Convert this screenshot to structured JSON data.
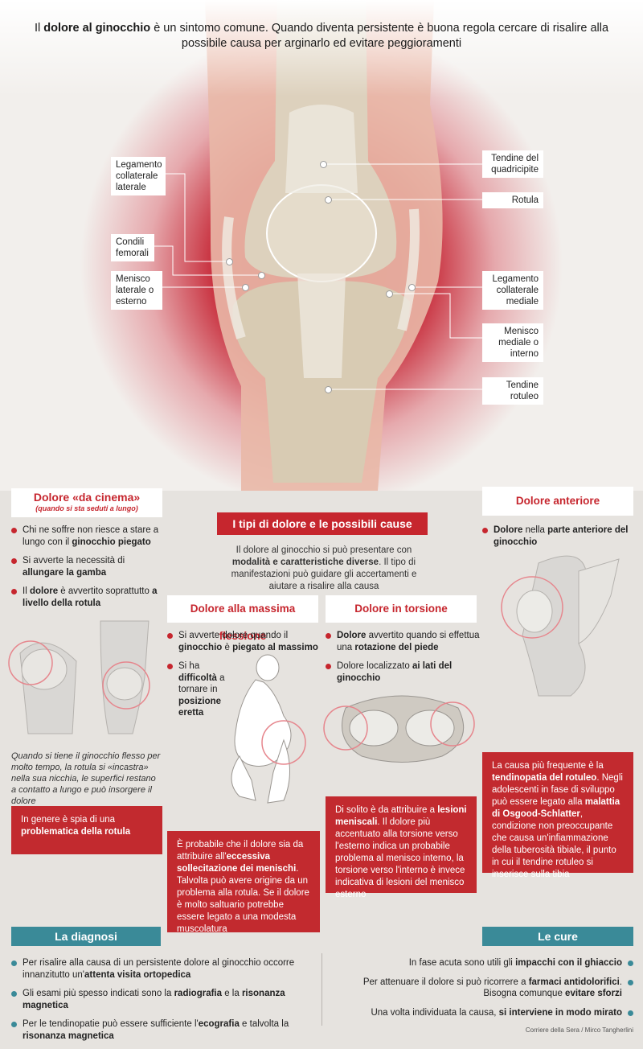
{
  "headline": {
    "pre": "Il ",
    "bold": "dolore al ginocchio",
    "post": " è un sintomo comune. Quando diventa persistente è buona regola cercare di risalire alla possibile causa per arginarlo ed evitare peggioramenti"
  },
  "anatomy_labels": {
    "legamento_collaterale_laterale": "Legamento collaterale laterale",
    "condili_femorali": "Condili femorali",
    "menisco_laterale": "Menisco laterale o esterno",
    "tendine_quadricipite": "Tendine del quadricipite",
    "rotula": "Rotula",
    "legamento_collaterale_mediale": "Legamento collaterale mediale",
    "menisco_mediale": "Menisco mediale o interno",
    "tendine_rotuleo": "Tendine rotuleo"
  },
  "center": {
    "title": "I tipi di dolore e le possibili cause",
    "intro_a": "Il dolore al ginocchio si può presentare con ",
    "intro_b": "modalità e caratteristiche diverse",
    "intro_c": ". Il tipo di manifestazioni può guidare gli accertamenti e aiutare a risalire alla causa"
  },
  "cinema": {
    "title": "Dolore «da cinema»",
    "subtitle": "(quando si sta seduti a lungo)",
    "b1a": "Chi ne soffre non riesce a stare a lungo con il ",
    "b1b": "ginocchio piegato",
    "b2a": "Si avverte la necessità di ",
    "b2b": "allungare la gamba",
    "b3a": "Il ",
    "b3b": "dolore",
    "b3c": " è avvertito soprattutto ",
    "b3d": "a livello della rotula",
    "note": "Quando si tiene il ginocchio flesso per molto tempo, la rotula si «incastra» nella sua nicchia, le superfici restano a contatto a lungo e può insorgere il dolore",
    "box_a": "In genere è spia di una ",
    "box_b": "problematica della rotula"
  },
  "flessione": {
    "title": "Dolore alla massima flessione",
    "b1a": "Si avverte dolore quando il ",
    "b1b": "ginocchio",
    "b1c": " è ",
    "b1d": "piegato al massimo",
    "b2a": "Si ha ",
    "b2b": "difficoltà",
    "b2c": " a tornare in ",
    "b2d": "posizione eretta",
    "box_a": "È probabile che il dolore sia da attribuire all'",
    "box_b": "eccessiva sollecitazione dei menischi",
    "box_c": ". Talvolta può avere origine da un problema alla rotula. Se il dolore è molto saltuario potrebbe essere legato a una modesta muscolatura"
  },
  "torsione": {
    "title": "Dolore in torsione",
    "b1a": "Dolore",
    "b1b": " avvertito quando si effettua una ",
    "b1c": "rotazione del piede",
    "b2a": "Dolore localizzato ",
    "b2b": "ai lati del ginocchio",
    "box_a": "Di solito è da attribuire a ",
    "box_b": "lesioni meniscali",
    "box_c": ". Il dolore più accentuato alla torsione verso l'esterno indica un probabile problema al menisco interno, la torsione verso l'interno è invece indicativa di lesioni del menisco esterno"
  },
  "anteriore": {
    "title": "Dolore anteriore",
    "b1a": "Dolore",
    "b1b": " nella ",
    "b1c": "parte anteriore del ginocchio",
    "box_a": "La causa più frequente è la ",
    "box_b": "tendinopatia del rotuleo",
    "box_c": ". Negli adolescenti in fase di sviluppo può essere legato alla ",
    "box_d": "malattia di Osgood-Schlatter",
    "box_e": ", condizione non preoccupante che causa un'infiammazione della tuberosità tibiale, il punto in cui il tendine rotuleo si inserisce sulla tibia"
  },
  "diagnosi": {
    "title": "La diagnosi",
    "b1a": "Per risalire alla causa di un persistente dolore al ginocchio occorre innanzitutto un'",
    "b1b": "attenta visita ortopedica",
    "b2a": "Gli esami più spesso indicati sono la ",
    "b2b": "radiografia",
    "b2c": " e la ",
    "b2d": "risonanza magnetica",
    "b3a": "Per le tendinopatie può essere sufficiente l'",
    "b3b": "ecografia",
    "b3c": " e talvolta la ",
    "b3d": "risonanza magnetica"
  },
  "cure": {
    "title": "Le cure",
    "b1a": "In fase acuta sono utili gli ",
    "b1b": "impacchi con il ghiaccio",
    "b2a": "Per attenuare il dolore si può ricorrere a ",
    "b2b": "farmaci antidolorifici",
    "b2c": ". Bisogna comunque ",
    "b2d": "evitare sforzi",
    "b3a": "Una volta individuata la causa, ",
    "b3b": "si interviene in modo mirato"
  },
  "credit": "Corriere della Sera / Mirco Tangherlini",
  "colors": {
    "red": "#c6262e",
    "teal": "#3a8a98",
    "background": "#e6e3df"
  }
}
